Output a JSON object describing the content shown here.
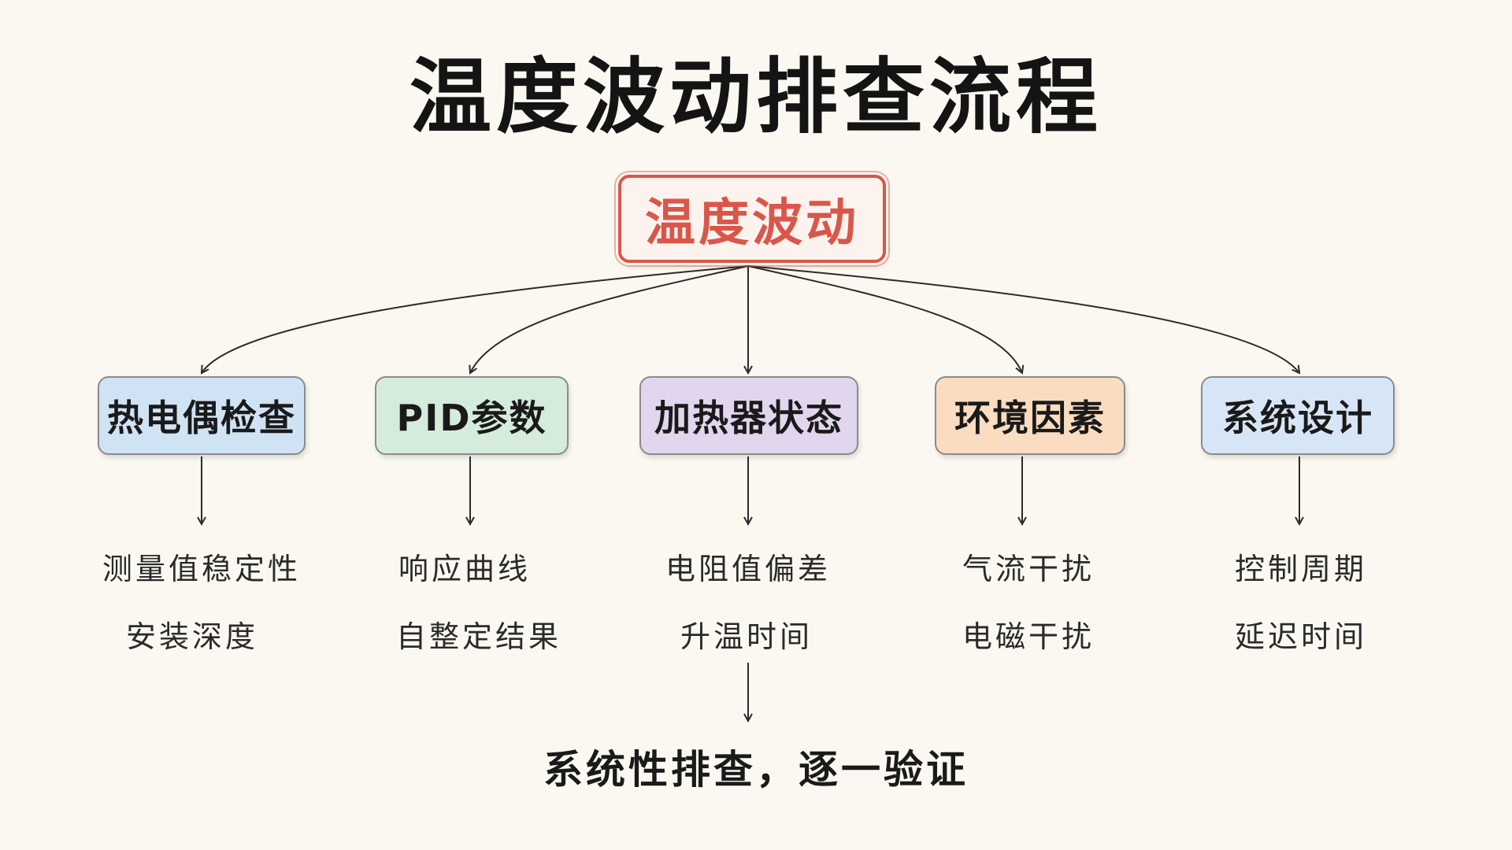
{
  "title": "温度波动排查流程",
  "root": {
    "label": "温度波动",
    "color": "#d9574a"
  },
  "branches": [
    {
      "label": "热电偶检查",
      "fill": "#cfe3f5",
      "details": [
        "测量值稳定性",
        "安装深度"
      ]
    },
    {
      "label": "PID参数",
      "fill": "#d5ecdd",
      "details": [
        "响应曲线",
        "自整定结果"
      ]
    },
    {
      "label": "加热器状态",
      "fill": "#e2d6ee",
      "details": [
        "电阻值偏差",
        "升温时间"
      ]
    },
    {
      "label": "环境因素",
      "fill": "#fadcc0",
      "details": [
        "气流干扰",
        "电磁干扰"
      ]
    },
    {
      "label": "系统设计",
      "fill": "#d7e6f7",
      "details": [
        "控制周期",
        "延迟时间"
      ]
    }
  ],
  "conclusion": "系统性排查，逐一验证"
}
